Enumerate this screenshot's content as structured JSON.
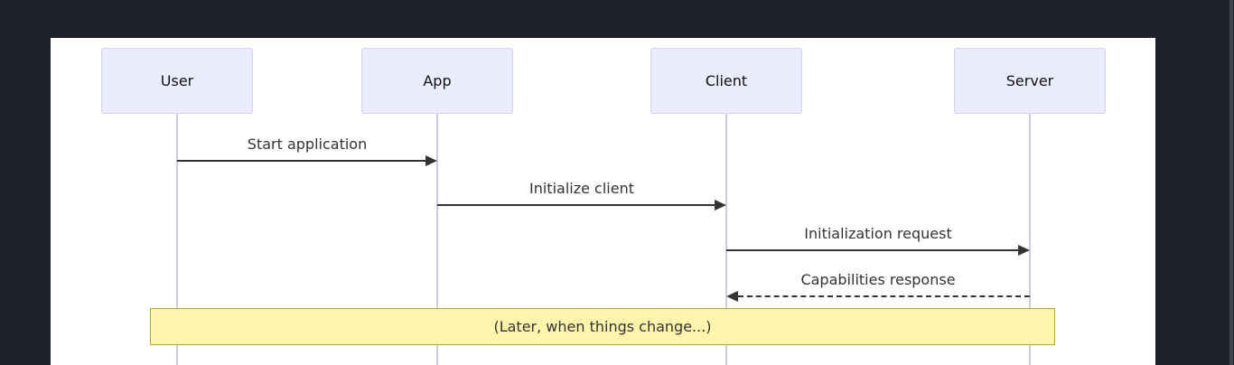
{
  "window": {
    "background": "#1F222B",
    "scrollbar_color": "#3F4450"
  },
  "diagram": {
    "type": "sequence-diagram",
    "background": "#FFFFFF",
    "actors": [
      {
        "id": "user",
        "label": "User"
      },
      {
        "id": "app",
        "label": "App"
      },
      {
        "id": "client",
        "label": "Client"
      },
      {
        "id": "server",
        "label": "Server"
      }
    ],
    "messages": [
      {
        "label": "Start application",
        "from": "User",
        "to": "App",
        "line": "solid",
        "direction": "right"
      },
      {
        "label": "Initialize client",
        "from": "App",
        "to": "Client",
        "line": "solid",
        "direction": "right"
      },
      {
        "label": "Initialization request",
        "from": "Client",
        "to": "Server",
        "line": "solid",
        "direction": "right"
      },
      {
        "label": "Capabilities response",
        "from": "Server",
        "to": "Client",
        "line": "dashed",
        "direction": "left"
      }
    ],
    "note": {
      "label": "(Later, when things change...)"
    },
    "colors": {
      "actor_fill": "#ECECFF",
      "actor_border": "#D9CFF0",
      "lifeline": "#CFC9E4",
      "message": "#333333",
      "note_fill": "#FFF5AD",
      "note_border": "#AAAA33"
    }
  }
}
